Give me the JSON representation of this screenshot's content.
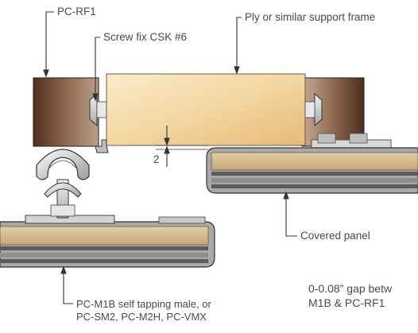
{
  "labels": {
    "pc_rf1": "PC-RF1",
    "screw_fix": "Screw fix CSK #6",
    "support_frame": "Ply or similar support frame",
    "gap_value": "2",
    "covered_panel": "Covered panel",
    "gap_note_line1": "0-0.08” gap betw",
    "gap_note_line2": "M1B & PC-RF1",
    "fastener_line1": "PC-M1B self tapping male, or",
    "fastener_line2": "PC-SM2, PC-M2H, PC-VMX"
  },
  "colors": {
    "leader": "#333333",
    "text": "#4a4a4a",
    "wood_light": "#f7e2b6",
    "wood_dark": "#e7bd7c",
    "bracket_dark": "#5a3a2a",
    "bracket_mid": "#9b7a5f",
    "panel_tan": "#cfb58a",
    "metal": "#c7c7c7"
  },
  "icons": {
    "rf1_bracket": "rf1-bracket-icon",
    "screw": "countersunk-screw-icon",
    "male_fastener": "m1b-fastener-icon",
    "panel": "covered-panel-icon"
  }
}
